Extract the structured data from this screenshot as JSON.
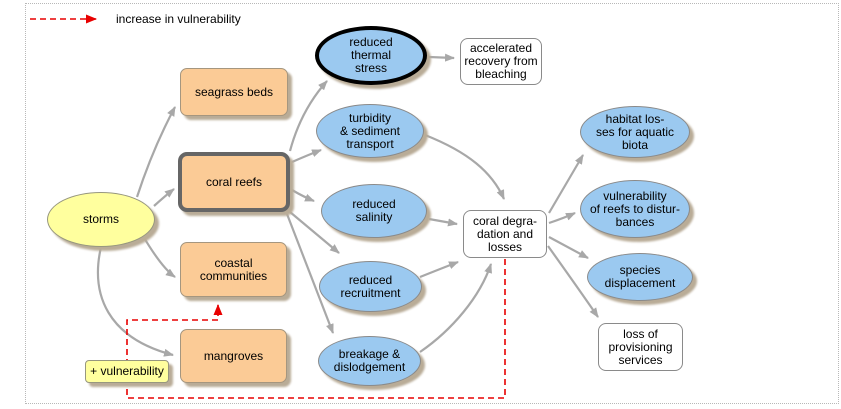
{
  "legend": {
    "label": "increase in vulnerability"
  },
  "annotations": {
    "vulnerability_label": "+ vulnerability"
  },
  "colors": {
    "node_orange": "#fbcb96",
    "node_blue": "#9bc9f0",
    "node_yellow": "#ffff9e",
    "arrow_gray": "#a8a8a8",
    "vulnerability_red": "#e80000",
    "shadow": "#b9ac97",
    "emphasis_border_black": "#000000",
    "emphasis_border_gray": "#666666"
  },
  "nodes": {
    "storms": {
      "label": "storms"
    },
    "seagrass_beds": {
      "label": "seagrass beds"
    },
    "coral_reefs": {
      "label": "coral reefs"
    },
    "coastal_communities": {
      "label": "coastal\ncommunities"
    },
    "mangroves": {
      "label": "mangroves"
    },
    "reduced_thermal_stress": {
      "label": "reduced\nthermal\nstress"
    },
    "turbidity_sediment_transport": {
      "label": "turbidity\n& sediment\ntransport"
    },
    "reduced_salinity": {
      "label": "reduced\nsalinity"
    },
    "reduced_recruitment": {
      "label": "reduced\nrecruitment"
    },
    "breakage_dislodgement": {
      "label": "breakage &\ndislodgement"
    },
    "accelerated_recovery": {
      "label": "accelerated\nrecovery from\nbleaching"
    },
    "coral_degradation": {
      "label": "coral degra-\ndation and\nlosses"
    },
    "habitat_losses": {
      "label": "habitat los-\nses for aquatic\nbiota"
    },
    "vulnerability_of_reefs": {
      "label": "vulnerability\nof reefs to distur-\nbances"
    },
    "species_displacement": {
      "label": "species\ndisplacement"
    },
    "loss_of_provisioning": {
      "label": "loss of\nprovisioning\nservices"
    }
  },
  "edges": [
    {
      "from": "storms",
      "to": "seagrass_beds",
      "type": "impact"
    },
    {
      "from": "storms",
      "to": "coral_reefs",
      "type": "impact"
    },
    {
      "from": "storms",
      "to": "coastal_communities",
      "type": "impact"
    },
    {
      "from": "storms",
      "to": "mangroves",
      "type": "impact"
    },
    {
      "from": "coral_reefs",
      "to": "reduced_thermal_stress",
      "type": "impact"
    },
    {
      "from": "coral_reefs",
      "to": "turbidity_sediment_transport",
      "type": "impact"
    },
    {
      "from": "coral_reefs",
      "to": "reduced_salinity",
      "type": "impact"
    },
    {
      "from": "coral_reefs",
      "to": "reduced_recruitment",
      "type": "impact"
    },
    {
      "from": "coral_reefs",
      "to": "breakage_dislodgement",
      "type": "impact"
    },
    {
      "from": "reduced_thermal_stress",
      "to": "accelerated_recovery",
      "type": "impact"
    },
    {
      "from": "turbidity_sediment_transport",
      "to": "coral_degradation",
      "type": "impact"
    },
    {
      "from": "reduced_salinity",
      "to": "coral_degradation",
      "type": "impact"
    },
    {
      "from": "reduced_recruitment",
      "to": "coral_degradation",
      "type": "impact"
    },
    {
      "from": "breakage_dislodgement",
      "to": "coral_degradation",
      "type": "impact"
    },
    {
      "from": "coral_degradation",
      "to": "habitat_losses",
      "type": "impact"
    },
    {
      "from": "coral_degradation",
      "to": "vulnerability_of_reefs",
      "type": "impact"
    },
    {
      "from": "coral_degradation",
      "to": "species_displacement",
      "type": "impact"
    },
    {
      "from": "coral_degradation",
      "to": "loss_of_provisioning",
      "type": "impact"
    },
    {
      "from": "vulnerability_label",
      "to": "coastal_communities",
      "type": "vulnerability"
    },
    {
      "from": "vulnerability_label",
      "to": "coral_degradation",
      "type": "vulnerability"
    }
  ]
}
